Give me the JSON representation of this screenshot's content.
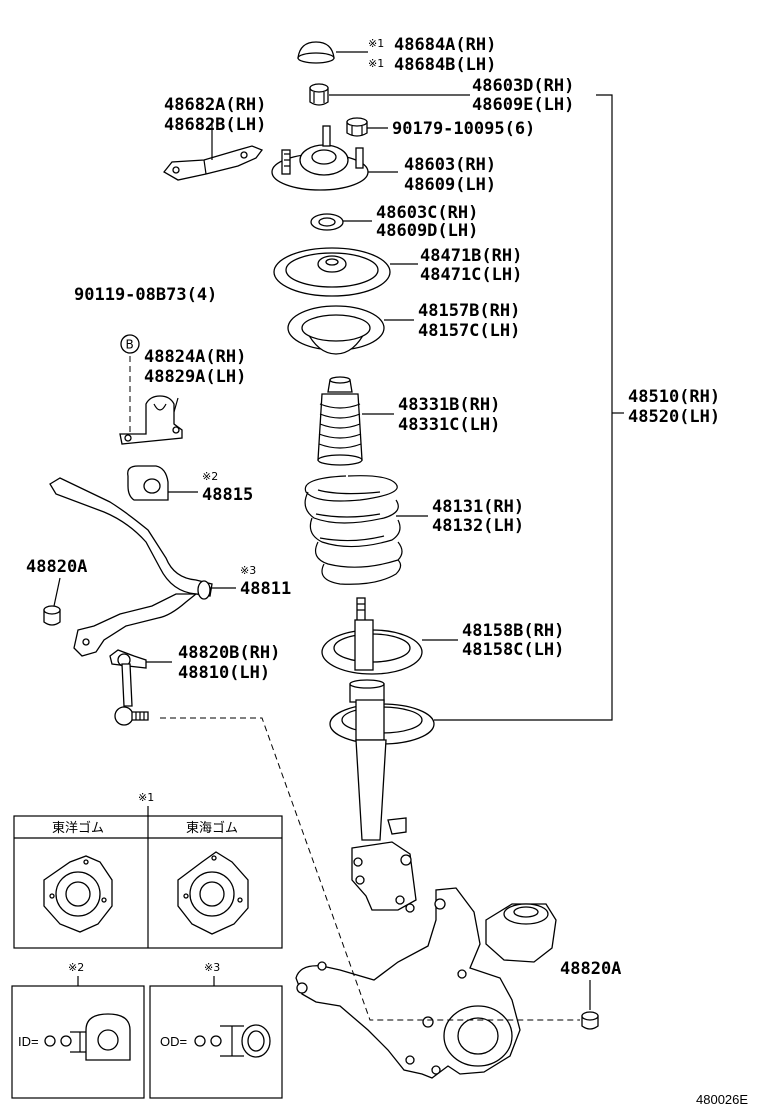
{
  "parts": {
    "p48684": {
      "mark": "※1",
      "rh": "48684A(RH)",
      "lh": "48684B(LH)"
    },
    "p48603D": {
      "rh": "48603D(RH)",
      "lh": "48609E(LH)"
    },
    "p48682": {
      "rh": "48682A(RH)",
      "lh": "48682B(LH)"
    },
    "p90179": {
      "num": "90179-10095(6)"
    },
    "p48603": {
      "rh": "48603(RH)",
      "lh": "48609(LH)"
    },
    "p48603C": {
      "rh": "48603C(RH)",
      "lh": "48609D(LH)"
    },
    "p48471": {
      "rh": "48471B(RH)",
      "lh": "48471C(LH)"
    },
    "p90119": {
      "num": "90119-08B73(4)"
    },
    "p48157": {
      "rh": "48157B(RH)",
      "lh": "48157C(LH)"
    },
    "p48824": {
      "rh": "48824A(RH)",
      "lh": "48829A(LH)",
      "letter": "B"
    },
    "p48331": {
      "rh": "48331B(RH)",
      "lh": "48331C(LH)"
    },
    "p48510": {
      "rh": "48510(RH)",
      "lh": "48520(LH)"
    },
    "p48815": {
      "mark": "※2",
      "num": "48815"
    },
    "p48131": {
      "rh": "48131(RH)",
      "lh": "48132(LH)"
    },
    "p48820A_left": {
      "num": "48820A"
    },
    "p48811": {
      "mark": "※3",
      "num": "48811"
    },
    "p48158": {
      "rh": "48158B(RH)",
      "lh": "48158C(LH)"
    },
    "p48820B": {
      "rh": "48820B(RH)",
      "lh": "48810(LH)"
    },
    "p48820A_right": {
      "num": "48820A"
    }
  },
  "notes": {
    "n1": {
      "mark": "※1",
      "col1": "東洋ゴム",
      "col2": "東海ゴム"
    },
    "n2": {
      "mark": "※2",
      "label": "ID="
    },
    "n3": {
      "mark": "※3",
      "label": "OD="
    }
  },
  "diagram_code": "480026E"
}
